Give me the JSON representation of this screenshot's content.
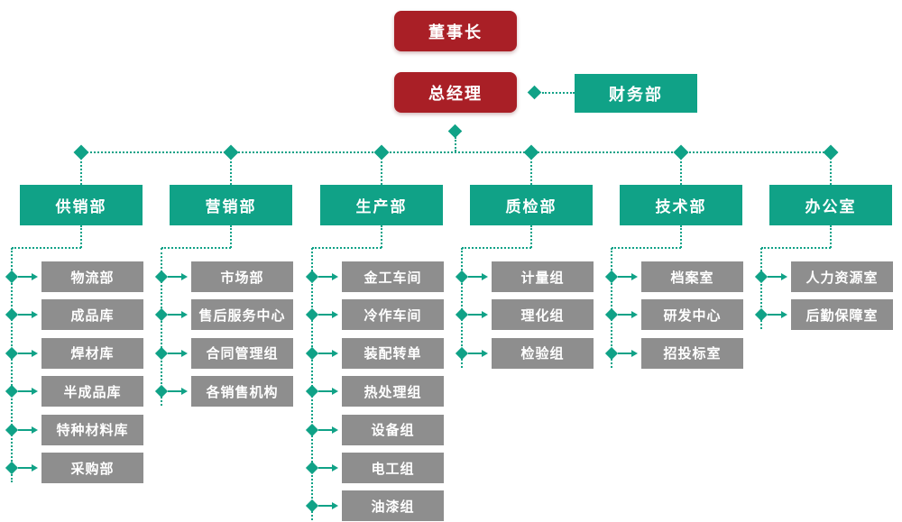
{
  "colors": {
    "box_red": "#A91F26",
    "box_teal": "#10A287",
    "box_gray": "#8E8E8E",
    "connector_teal": "#10A287",
    "text": "#FFFFFF"
  },
  "nodes": {
    "chairman": {
      "label": "董事长"
    },
    "general_manager": {
      "label": "总经理"
    },
    "finance": {
      "label": "财务部"
    }
  },
  "departments": [
    {
      "label": "供销部",
      "children": [
        "物流部",
        "成品库",
        "焊材库",
        "半成品库",
        "特种材料库",
        "采购部"
      ]
    },
    {
      "label": "营销部",
      "children": [
        "市场部",
        "售后服务中心",
        "合同管理组",
        "各销售机构"
      ]
    },
    {
      "label": "生产部",
      "children": [
        "金工车间",
        "冷作车间",
        "装配转单",
        "热处理组",
        "设备组",
        "电工组",
        "油漆组"
      ]
    },
    {
      "label": "质检部",
      "children": [
        "计量组",
        "理化组",
        "检验组"
      ]
    },
    {
      "label": "技术部",
      "children": [
        "档案室",
        "研发中心",
        "招投标室"
      ]
    },
    {
      "label": "办公室",
      "children": [
        "人力资源室",
        "后勤保障室"
      ]
    }
  ]
}
